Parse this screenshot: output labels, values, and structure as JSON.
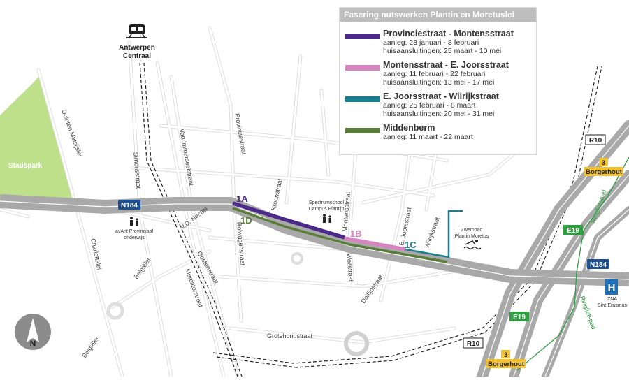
{
  "legend": {
    "title": "Fasering nutswerken Plantin en Moretuslei",
    "items": [
      {
        "name": "Provinciestraat - Montensstraat",
        "line1": "aanleg: 28 januari - 8 februari",
        "line2": "huisaansluitingen: 25 maart - 10 mei",
        "color": "#4b2a8a"
      },
      {
        "name": "Montensstraat - E. Joorsstraat",
        "line1": "aanleg: 11 februari - 22 februari",
        "line2": "huisaansluitingen: 13 mei - 17 mei",
        "color": "#d884c0"
      },
      {
        "name": "E. Joorsstraat - Wilrijkstraat",
        "line1": "aanleg: 25 februari - 8 maart",
        "line2": "huisaansluitingen: 20 mei - 31 mei",
        "color": "#1a7f8e"
      },
      {
        "name": "Middenberm",
        "line1": "aanleg: 11 maart - 22 maart",
        "color": "#5a7d3a"
      }
    ]
  },
  "segments": {
    "s1a": "1A",
    "s1b": "1B",
    "s1c": "1C",
    "s1d": "1D"
  },
  "places": {
    "station_line1": "Antwerpen",
    "station_line2": "Centraal",
    "park": "Stadspark",
    "school1_line1": "Spectrumschool",
    "school1_line2": "Campus Plantijn",
    "school2_line1": "avAnt Provinciaal",
    "school2_line2": "onderwijs",
    "pool_line1": "Zwembad",
    "pool_line2": "Plantin Moretus",
    "hospital_line1": "ZNA",
    "hospital_line2": "Sint-Erasmus",
    "hospital_symbol": "H",
    "north": "N"
  },
  "roads": {
    "n184_west": "N184",
    "n184_east": "N184",
    "r10_north": "R10",
    "r10_south": "R10",
    "e19_north": "E19",
    "e19_south": "E19",
    "exit_north_num": "3",
    "exit_north_name": "Borgerhout",
    "exit_south_num": "3",
    "exit_south_name": "Borgerhout"
  },
  "streets": {
    "quinten": "Quinten Matsijslei",
    "simons": "Simonsstraat",
    "immerseel": "Van Immerseelstraat",
    "provincie": "Provinciestraat",
    "kroon": "Kroonstraat",
    "montens": "Montensstraat",
    "joors": "E. Joorsstraat",
    "wilrijk": "Wilrijkstraat",
    "charlotta": "Charlottalei",
    "nestlei": "V.D. Nestlei",
    "oosten": "Oostenstraat",
    "rolwagen": "Rolwagenstraat",
    "belgie1": "Belgiëlei",
    "mercator": "Mercatorstraat",
    "belgie2": "Belgiëlei",
    "wolf": "Wolfstraat",
    "dolfijn": "Dolfijnstraat",
    "grotehond": "Grotehondstraat",
    "ringfiets1": "Ringfietspad",
    "ringfiets2": "Ringfietspad"
  },
  "colors": {
    "road_label_bg": "#1d4f91",
    "exit_bg": "#f2c12e",
    "park": "#bfe08a",
    "ring_green": "#2e9e41",
    "hospital": "#1d6fb8"
  }
}
